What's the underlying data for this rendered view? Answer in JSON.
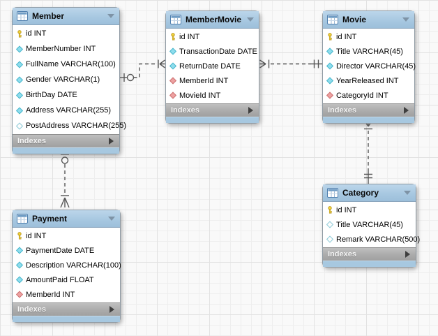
{
  "canvas": {
    "kind": "eer-diagram-canvas",
    "background_color": "#f9f9f9",
    "grid_minor_color": "#eeeeee",
    "grid_major_color": "#e2e2e2"
  },
  "colors": {
    "table_header_blue": "#a8c8e1",
    "table_footer_gray": "#aaaaaa",
    "table_body": "#ffffff",
    "table_border": "#8f9aa3",
    "connector_line": "#565656",
    "key_icon_yellow": "#f2d53c",
    "attribute_diamond_cyan": "#8edded",
    "foreign_key_diamond_red": "#eda1a1",
    "nullable_diamond_open": "#ffffff"
  },
  "tables": [
    {
      "title": "Member",
      "footer_label": "Indexes",
      "columns": [
        {
          "icon": "key-icon",
          "text": "id INT"
        },
        {
          "icon": "diamond-filled-icon",
          "text": "MemberNumber INT"
        },
        {
          "icon": "diamond-filled-icon",
          "text": "FullName VARCHAR(100)"
        },
        {
          "icon": "diamond-filled-icon",
          "text": "Gender VARCHAR(1)"
        },
        {
          "icon": "diamond-filled-icon",
          "text": "BirthDay DATE"
        },
        {
          "icon": "diamond-filled-icon",
          "text": "Address VARCHAR(255)"
        },
        {
          "icon": "diamond-open-icon",
          "text": "PostAddress VARCHAR(255)"
        }
      ]
    },
    {
      "title": "MemberMovie",
      "footer_label": "Indexes",
      "columns": [
        {
          "icon": "key-icon",
          "text": "id INT"
        },
        {
          "icon": "diamond-filled-icon",
          "text": "TransactionDate DATE"
        },
        {
          "icon": "diamond-filled-icon",
          "text": "ReturnDate DATE"
        },
        {
          "icon": "diamond-red-icon",
          "text": "MemberId INT"
        },
        {
          "icon": "diamond-red-icon",
          "text": "MovieId INT"
        }
      ]
    },
    {
      "title": "Movie",
      "footer_label": "Indexes",
      "columns": [
        {
          "icon": "key-icon",
          "text": "id INT"
        },
        {
          "icon": "diamond-filled-icon",
          "text": "Title VARCHAR(45)"
        },
        {
          "icon": "diamond-filled-icon",
          "text": "Director VARCHAR(45)"
        },
        {
          "icon": "diamond-filled-icon",
          "text": "YearReleased INT"
        },
        {
          "icon": "diamond-red-icon",
          "text": "CategoryId INT"
        }
      ]
    },
    {
      "title": "Category",
      "footer_label": "Indexes",
      "columns": [
        {
          "icon": "key-icon",
          "text": "id INT"
        },
        {
          "icon": "diamond-open-icon",
          "text": "Title VARCHAR(45)"
        },
        {
          "icon": "diamond-open-icon",
          "text": "Remark VARCHAR(500)"
        }
      ]
    },
    {
      "title": "Payment",
      "footer_label": "Indexes",
      "columns": [
        {
          "icon": "key-icon",
          "text": "id INT"
        },
        {
          "icon": "diamond-filled-icon",
          "text": "PaymentDate DATE"
        },
        {
          "icon": "diamond-filled-icon",
          "text": "Description VARCHAR(100)"
        },
        {
          "icon": "diamond-filled-icon",
          "text": "AmountPaid FLOAT"
        },
        {
          "icon": "diamond-red-icon",
          "text": "MemberId INT"
        }
      ]
    }
  ],
  "connectors": [
    {
      "from": "Member",
      "to": "MemberMovie",
      "style": "dashed",
      "from_end": "one-optional (bar + circle)",
      "to_end": "many (bar + crow-foot)"
    },
    {
      "from": "MemberMovie",
      "to": "Movie",
      "style": "dashed",
      "from_end": "many (crow-foot + bar)",
      "to_end": "one-mandatory (double bar)"
    },
    {
      "from": "Movie",
      "to": "Category",
      "style": "dashed",
      "from_end": "many (crow-foot + bar)",
      "to_end": "one-mandatory (double bar)"
    },
    {
      "from": "Member",
      "to": "Payment",
      "style": "dashed",
      "from_end": "one-optional (bar + circle)",
      "to_end": "many (bar + crow-foot)"
    }
  ]
}
